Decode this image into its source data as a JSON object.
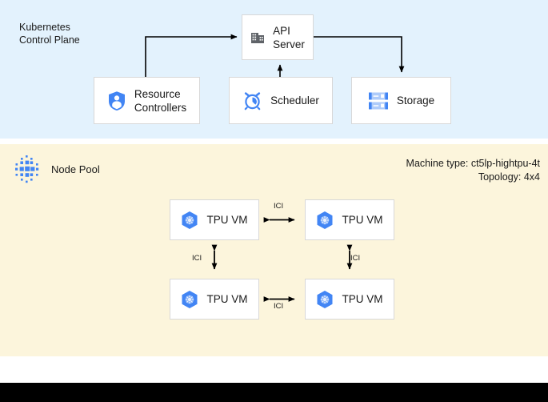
{
  "colors": {
    "control_plane_bg": "#e3f2fd",
    "node_pool_bg": "#fcf5dc",
    "card_bg": "#ffffff",
    "card_border": "#d8d8d8",
    "accent_blue": "#4285f4",
    "accent_blue_light": "#8ab4f8",
    "icon_gray": "#5f6368",
    "text": "#1a1a1a",
    "bottom_bar": "#000000"
  },
  "control_plane": {
    "title": "Kubernetes\nControl Plane",
    "boxes": [
      {
        "id": "api-server",
        "label": "API\nServer",
        "icon": "building-icon"
      },
      {
        "id": "resource-controllers",
        "label": "Resource\nControllers",
        "icon": "shield-person-icon"
      },
      {
        "id": "scheduler",
        "label": "Scheduler",
        "icon": "alarm-clock-icon"
      },
      {
        "id": "storage",
        "label": "Storage",
        "icon": "server-stack-icon"
      }
    ]
  },
  "node_pool": {
    "title": "Node Pool",
    "icon": "dot-grid-icon",
    "machine_type_label": "Machine type: ct5lp-hightpu-4t",
    "topology_label": "Topology: 4x4",
    "vms": [
      {
        "id": "tpu-vm-0",
        "label": "TPU VM",
        "icon": "kubernetes-hex-icon"
      },
      {
        "id": "tpu-vm-1",
        "label": "TPU VM",
        "icon": "kubernetes-hex-icon"
      },
      {
        "id": "tpu-vm-2",
        "label": "TPU VM",
        "icon": "kubernetes-hex-icon"
      },
      {
        "id": "tpu-vm-3",
        "label": "TPU VM",
        "icon": "kubernetes-hex-icon"
      }
    ],
    "links": [
      {
        "id": "ici-top",
        "label": "ICI",
        "orientation": "horizontal"
      },
      {
        "id": "ici-bottom",
        "label": "ICI",
        "orientation": "horizontal"
      },
      {
        "id": "ici-left",
        "label": "ICI",
        "orientation": "vertical"
      },
      {
        "id": "ici-right",
        "label": "ICI",
        "orientation": "vertical"
      }
    ]
  }
}
